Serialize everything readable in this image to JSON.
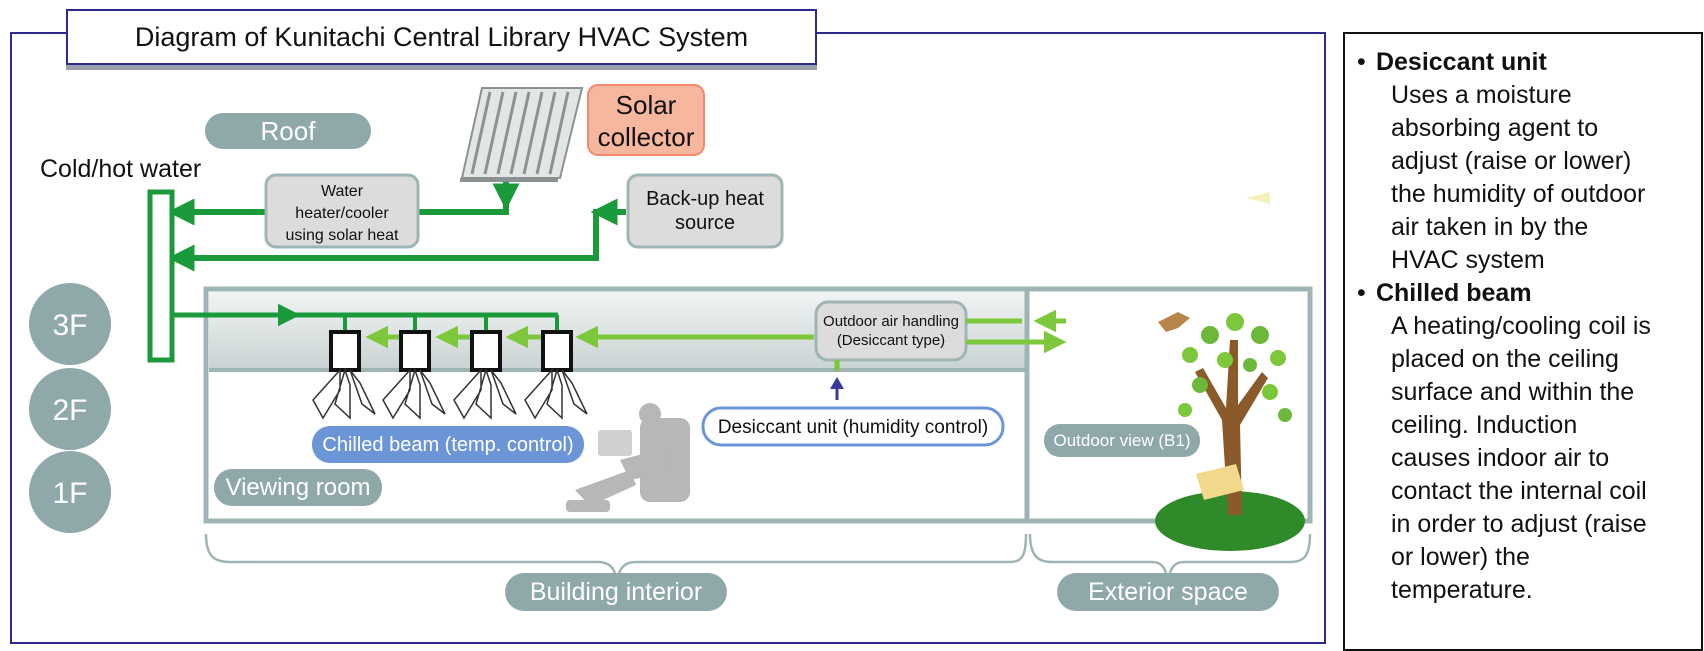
{
  "title": "Diagram of Kunitachi Central Library HVAC System",
  "labels": {
    "roof": "Roof",
    "solar_collector_line1": "Solar",
    "solar_collector_line2": "collector",
    "cold_hot_water": "Cold/hot water",
    "water_heater_line1": "Water",
    "water_heater_line2": "heater/cooler",
    "water_heater_line3": "using solar heat",
    "backup_line1": "Back-up heat",
    "backup_line2": "source",
    "floor_3": "3F",
    "floor_2": "2F",
    "floor_1": "1F",
    "outdoor_air_line1": "Outdoor air handling",
    "outdoor_air_line2": "(Desiccant type)",
    "desiccant_unit": "Desiccant unit (humidity control)",
    "chilled_beam": "Chilled beam (temp. control)",
    "viewing_room": "Viewing room",
    "outdoor_view": "Outdoor view (B1)",
    "building_interior": "Building interior",
    "exterior_space": "Exterior space"
  },
  "side_notes": [
    {
      "heading": "Desiccant unit",
      "lines": [
        "Uses a moisture",
        "absorbing agent to",
        "adjust (raise or lower)",
        "the humidity of outdoor",
        "air taken in by the",
        "HVAC system"
      ]
    },
    {
      "heading": "Chilled beam",
      "lines": [
        "A heating/cooling coil is",
        "placed on the ceiling",
        "surface and within the",
        "ceiling. Induction",
        "causes indoor air to",
        "contact the internal coil",
        "in order to adjust (raise",
        "or lower) the",
        "temperature."
      ]
    }
  ],
  "colors": {
    "frame": "#2e2a8a",
    "pipe_dark_green": "#1a9a3a",
    "pipe_light_green": "#7cc83a",
    "pill_gray": "#8fa8aa",
    "chilled_beam_pill": "#6b95d6",
    "solar_box": "#f7b79f",
    "arrow_blue": "#3b3a9a"
  },
  "icons": [
    "solar-panel-icon",
    "person-reading-icon",
    "tree-icon",
    "bird-icon",
    "bench-icon",
    "ceiling-diffuser-icon"
  ]
}
